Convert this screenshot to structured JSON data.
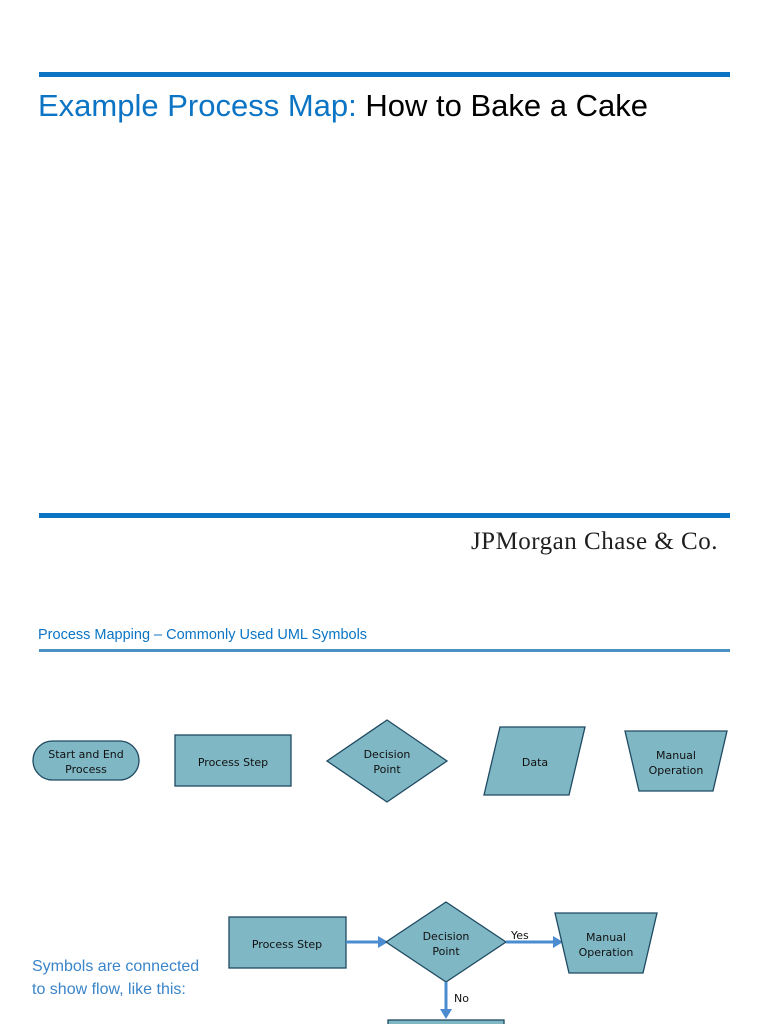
{
  "title": {
    "accent": "Example Process Map:",
    "rest": " How to Bake a Cake"
  },
  "logo": "JPMorgan Chase & Co.",
  "subtitle": "Process Mapping – Commonly Used UML Symbols",
  "symbols": {
    "start_end": [
      "Start and End",
      "Process"
    ],
    "process_step": [
      "Process Step"
    ],
    "decision": [
      "Decision",
      "Point"
    ],
    "data": [
      "Data"
    ],
    "manual": [
      "Manual",
      "Operation"
    ]
  },
  "flow": {
    "process_step": [
      "Process Step"
    ],
    "decision": [
      "Decision",
      "Point"
    ],
    "manual": [
      "Manual",
      "Operation"
    ],
    "yes_label": "Yes",
    "no_label": "No"
  },
  "note": "Symbols are connected to show flow, like this:",
  "colors": {
    "accent": "#0b74c4",
    "shape_fill": "#7fb7c4",
    "shape_stroke": "#1f4a62",
    "connector": "#4a8ccf"
  }
}
